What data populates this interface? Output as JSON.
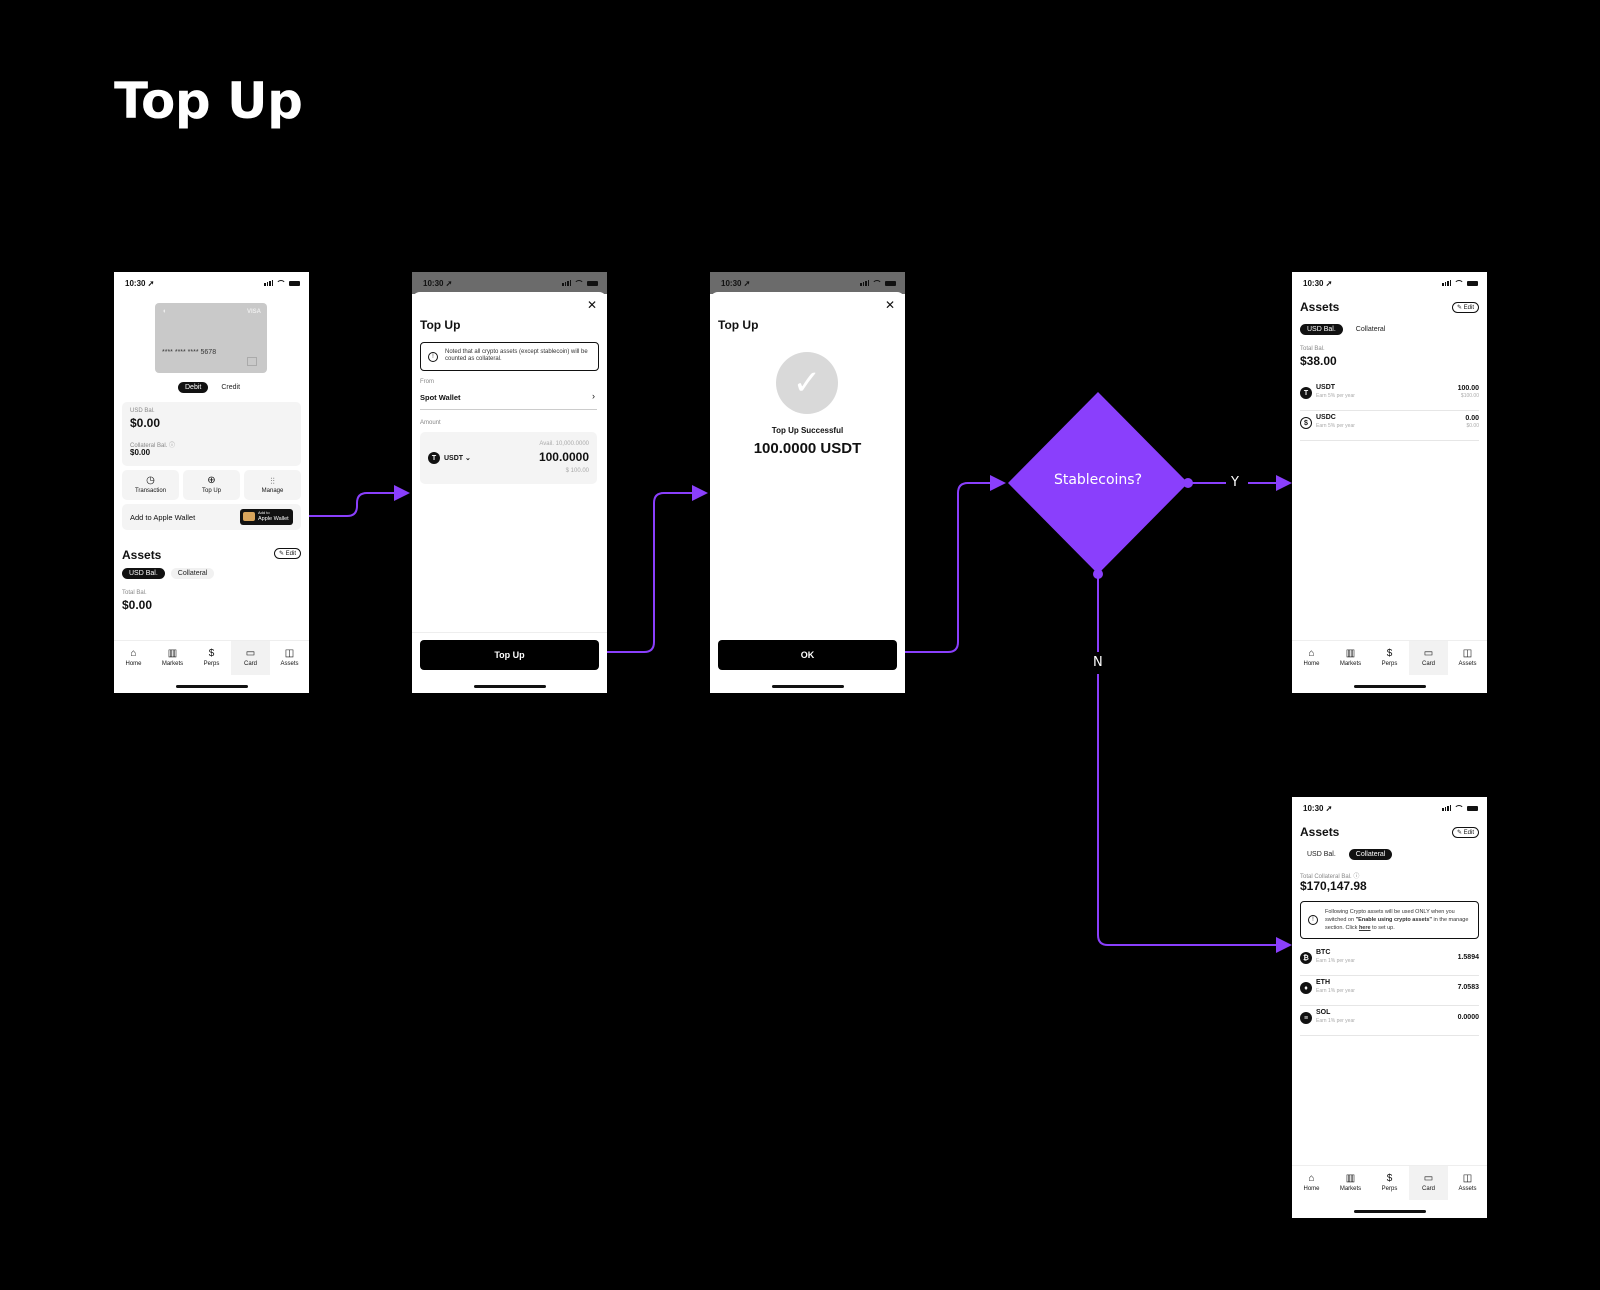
{
  "page_title": "Top Up",
  "decision": {
    "label": "Stablecoins?",
    "yes": "Y",
    "no": "N"
  },
  "status_time": "10:30 ➚",
  "tabs": [
    "Home",
    "Markets",
    "Perps",
    "Card",
    "Assets"
  ],
  "screen1": {
    "card_brand": "VISA",
    "card_number": "**** **** **** 5678",
    "toggle": [
      "Debit",
      "Credit"
    ],
    "usd_bal_label": "USD Bal.",
    "usd_bal_value": "$0.00",
    "collateral_label": "Collateral Bal. ⓘ",
    "collateral_value": "$0.00",
    "actions": [
      "Transaction",
      "Top Up",
      "Manage"
    ],
    "apple_wallet_label": "Add to Apple Wallet",
    "apple_wallet_btn_small": "Add to",
    "apple_wallet_btn": "Apple Wallet",
    "assets_title": "Assets",
    "edit": "✎ Edit",
    "asset_tabs": [
      "USD Bal.",
      "Collateral"
    ],
    "total_label": "Total Bal.",
    "total_value": "$0.00"
  },
  "screen2": {
    "title": "Top Up",
    "notice": "Noted that all crypto assets (except stablecoin) will be counted as collateral.",
    "from_label": "From",
    "from_value": "Spot Wallet",
    "amount_label": "Amount",
    "coin": "USDT",
    "avail": "Avail. 10,000.0000",
    "amount": "100.0000",
    "amount_usd": "$ 100.00",
    "button": "Top Up"
  },
  "screen3": {
    "title": "Top Up",
    "success": "Top Up Successful",
    "amount": "100.0000 USDT",
    "button": "OK"
  },
  "screen4": {
    "title": "Assets",
    "edit": "✎ Edit",
    "asset_tabs": [
      "USD Bal.",
      "Collateral"
    ],
    "total_label": "Total Bal.",
    "total_value": "$38.00",
    "rows": [
      {
        "coin": "USDT",
        "sub": "Earn 5% per year",
        "value": "100.00",
        "usd": "$100.00"
      },
      {
        "coin": "USDC",
        "sub": "Earn 5% per year",
        "value": "0.00",
        "usd": "$0.00"
      }
    ]
  },
  "screen5": {
    "title": "Assets",
    "edit": "✎ Edit",
    "asset_tabs": [
      "USD Bal.",
      "Collateral"
    ],
    "total_label": "Total Collateral Bal. ⓘ",
    "total_value": "$170,147.98",
    "notice_a": "Following Crypto assets will be used ONLY when you switched on ",
    "notice_b": "\"Enable using crypto assets\"",
    "notice_c": " in the manage section. Click ",
    "notice_d": "here",
    "notice_e": " to set up.",
    "rows": [
      {
        "coin": "BTC",
        "sub": "Earn 1% per year",
        "value": "1.5894"
      },
      {
        "coin": "ETH",
        "sub": "Earn 1% per year",
        "value": "7.0583"
      },
      {
        "coin": "SOL",
        "sub": "Earn 1% per year",
        "value": "0.0000"
      }
    ]
  },
  "colors": {
    "accent": "#8a3ffc",
    "background": "#000000",
    "phone_bg": "#ffffff"
  }
}
